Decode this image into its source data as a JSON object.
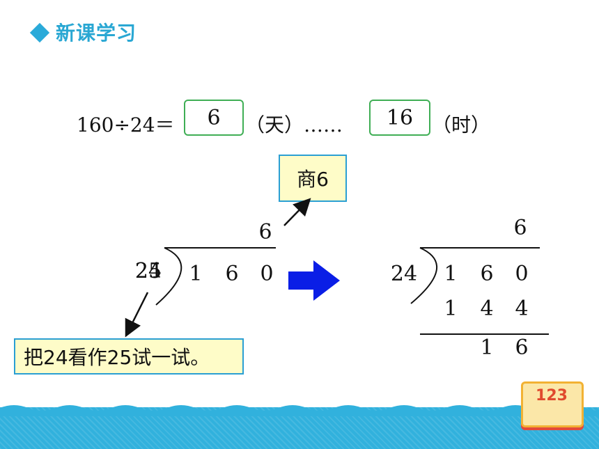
{
  "header": {
    "title": "新课学习"
  },
  "equation": {
    "lhs": "160÷24＝",
    "quotient": "6",
    "unit_day": "（天）……",
    "remainder": "16",
    "unit_hour": "（时）"
  },
  "notes": {
    "quotient_label": "商6",
    "hint": "把24看作25试一试。"
  },
  "left_division": {
    "quotient": "6",
    "divisor_overlap_a": "24",
    "divisor_overlap_b": "25",
    "dividend": [
      "1",
      "6",
      "0"
    ]
  },
  "right_division": {
    "quotient": "6",
    "divisor": "24",
    "dividend": [
      "1",
      "6",
      "0"
    ],
    "product": [
      "1",
      "4",
      "4"
    ],
    "remainder": [
      "1",
      "6"
    ]
  },
  "badge": {
    "text": "123"
  },
  "colors": {
    "title": "#29a7d3",
    "answer_border": "#3fae55",
    "note_bg": "#fefcc8",
    "note_border": "#2a9fd3",
    "arrow_blue": "#0a1ee6",
    "footer": "#31b1dd"
  }
}
